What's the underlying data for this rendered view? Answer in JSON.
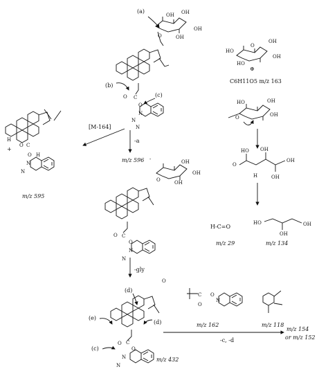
{
  "labels": {
    "a": "(a)",
    "b": "(b)",
    "c": "(c)",
    "d": "(d)",
    "e": "(e)"
  },
  "steps": {
    "m164": "[M-164]",
    "minus_a": "-a",
    "minus_gly": "-gly",
    "minus_c_d": "-c, -d"
  },
  "masses": {
    "mz163": "C6H11O5  m/z 163",
    "mz596": "m/z 596",
    "mz595": "m/z 595",
    "mz29": "m/z 29",
    "mz134": "m/z 134",
    "mz162": "m/z 162",
    "mz118": "m/z 118",
    "mz432": "m/z 432",
    "mz154": "m/z 154",
    "mz152": "or m/z 152"
  },
  "atoms": {
    "O": "O",
    "OH": "OH",
    "HO": "HO",
    "N": "N",
    "H": "H",
    "C": "C",
    "HCO": "H-C=O",
    "plus": "+",
    "minus": "-",
    "oplus": "⊕"
  }
}
